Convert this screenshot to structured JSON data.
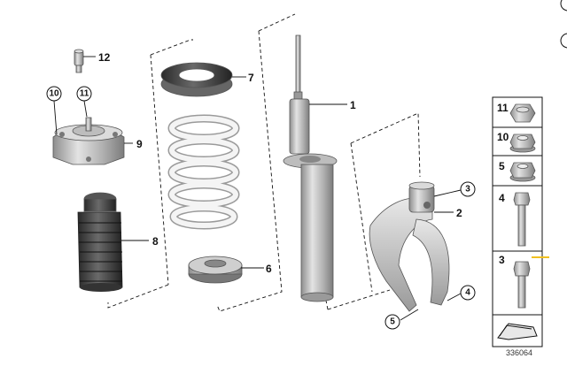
{
  "callouts": {
    "c1": "1",
    "c2": "2",
    "c6": "6",
    "c7": "7",
    "c8": "8",
    "c9": "9",
    "c12": "12",
    "circ3": "3",
    "circ4": "4",
    "circ5": "5",
    "circ10": "10",
    "circ11": "11",
    "corner_circle_1": "",
    "corner_circle_2": ""
  },
  "sidebar": {
    "items": [
      {
        "label": "11"
      },
      {
        "label": "10"
      },
      {
        "label": "5"
      },
      {
        "label": "4"
      },
      {
        "label": "3"
      }
    ]
  },
  "drawing_number": "336064",
  "colors": {
    "line": "#111111",
    "part_fill": "#c9c9c9",
    "spring_fill": "#f2f2f2",
    "marker": "#f0c020"
  }
}
